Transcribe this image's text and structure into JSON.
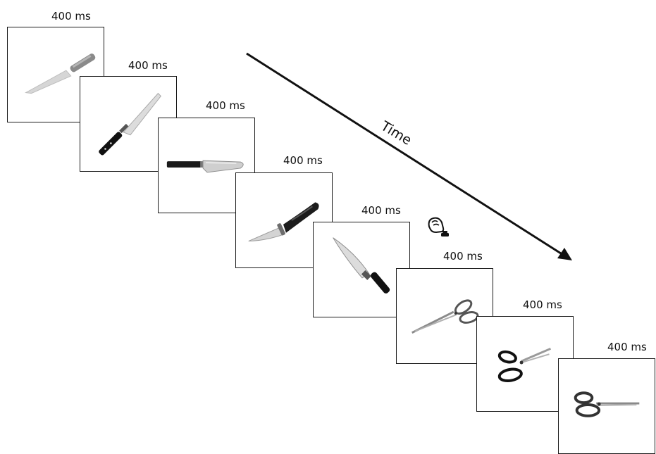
{
  "stimuli": [
    {
      "duration": "400 ms",
      "object": "knife"
    },
    {
      "duration": "400 ms",
      "object": "knife"
    },
    {
      "duration": "400 ms",
      "object": "knife"
    },
    {
      "duration": "400 ms",
      "object": "knife"
    },
    {
      "duration": "400 ms",
      "object": "knife"
    },
    {
      "duration": "400 ms",
      "object": "scissors"
    },
    {
      "duration": "400 ms",
      "object": "scissors"
    },
    {
      "duration": "400 ms",
      "object": "scissors"
    }
  ],
  "time_axis": {
    "label": "Time"
  },
  "response_icon": "hand-press-button-icon"
}
